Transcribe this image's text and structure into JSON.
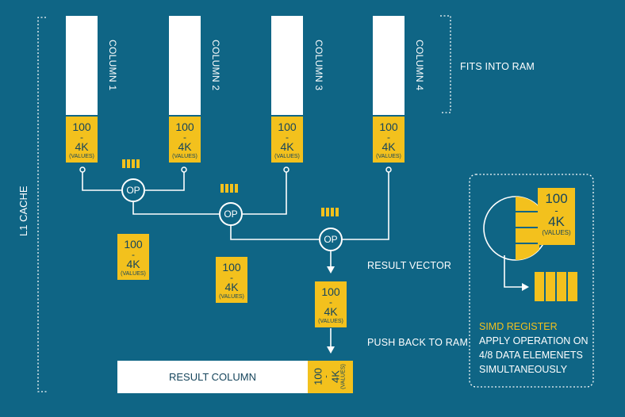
{
  "columns": [
    {
      "label": "COLUMN 1",
      "values": {
        "top": "100",
        "dash": "-",
        "mid": "4K",
        "unit": "(VALUES)"
      }
    },
    {
      "label": "COLUMN 2",
      "values": {
        "top": "100",
        "dash": "-",
        "mid": "4K",
        "unit": "(VALUES)"
      }
    },
    {
      "label": "COLUMN 3",
      "values": {
        "top": "100",
        "dash": "-",
        "mid": "4K",
        "unit": "(VALUES)"
      }
    },
    {
      "label": "COLUMN 4",
      "values": {
        "top": "100",
        "dash": "-",
        "mid": "4K",
        "unit": "(VALUES)"
      }
    }
  ],
  "fits_into_ram": "FITS INTO RAM",
  "l1_cache": "L1 CACHE",
  "op_label": "OP",
  "floating_blocks": [
    {
      "top": "100",
      "dash": "-",
      "mid": "4K",
      "unit": "(VALUES)"
    },
    {
      "top": "100",
      "dash": "-",
      "mid": "4K",
      "unit": "(VALUES)"
    }
  ],
  "result_vector": {
    "label": "RESULT VECTOR",
    "values": {
      "top": "100",
      "dash": "-",
      "mid": "4K",
      "unit": "(VALUES)"
    }
  },
  "push_back": "PUSH BACK TO RAM",
  "result_column": {
    "label": "RESULT COLUMN",
    "values": {
      "top": "100",
      "dash": "-",
      "mid": "4K",
      "unit": "(VALUES)"
    }
  },
  "simd": {
    "block": {
      "top": "100",
      "dash": "-",
      "mid": "4K",
      "unit": "(VALUES)"
    },
    "title": "SIMD REGISTER",
    "line1": "APPLY OPERATION ON",
    "line2": "4/8 DATA ELEMENETS",
    "line3": "SIMULTANEOUSLY"
  },
  "colors": {
    "background": "#0f6585",
    "accent": "#f3c11d",
    "text_dark": "#16455c",
    "line": "#ffffff"
  }
}
